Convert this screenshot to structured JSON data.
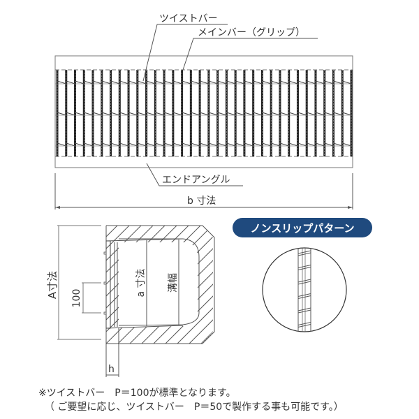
{
  "top_view": {
    "label_twist_bar": "ツイストバー",
    "label_main_bar": "メインバー（グリップ）",
    "label_end_angle": "エンドアングル",
    "label_b_dim": "b 寸法",
    "bar_count": 34,
    "twist_rows": 3
  },
  "section_view": {
    "label_A_dim": "A寸法",
    "label_100": "100",
    "label_a_dim": "a 寸法",
    "label_groove_width": "溝幅",
    "label_h": "h"
  },
  "nonslip": {
    "title": "ノンスリップパターン",
    "pill_color": "#1f4a7e"
  },
  "notes": {
    "line1": "※ツイストバー　P＝100が標準となります。",
    "line2": "  （ ご要望に応じ、ツイストバー　P＝50で製作する事も可能です。）"
  }
}
